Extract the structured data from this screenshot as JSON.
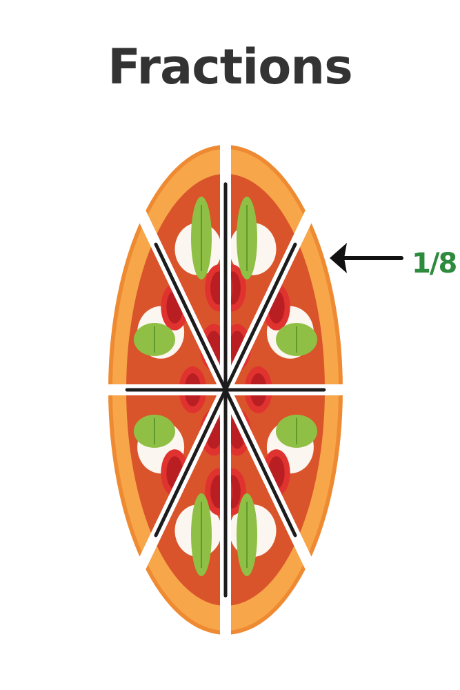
{
  "title": "Fractions",
  "label": "1/8",
  "slice_count": 8,
  "colors": {
    "title": "#333333",
    "label": "#2e8b3e",
    "arrow": "#111111",
    "crust": "#f7a64a",
    "crust_dark": "#ee8a32",
    "sauce": "#d9542b",
    "mozzarella": "#fbf6ef",
    "tomato": "#e0332f",
    "tomato_inner": "#b91f22",
    "basil": "#8fc045",
    "basil_dark": "#5e9a2c",
    "cut_line": "#1c1c1c",
    "gap": "#ffffff"
  },
  "icons": {
    "arrow": "arrow-left-icon",
    "pizza": "pizza-icon"
  }
}
